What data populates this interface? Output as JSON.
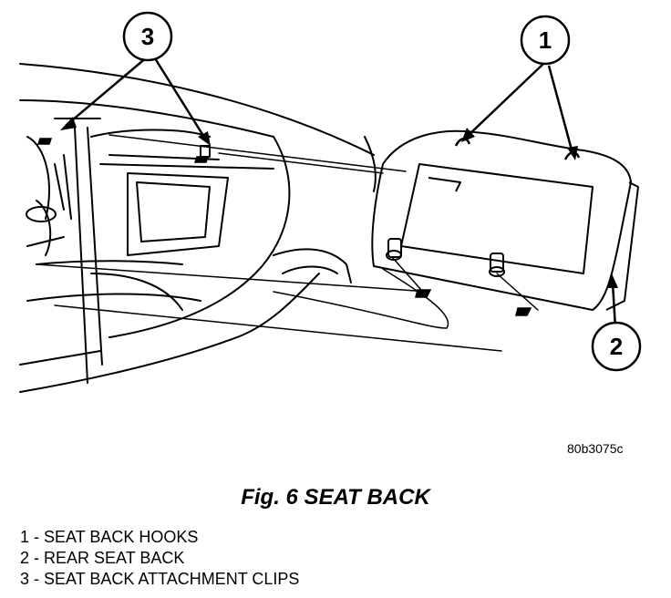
{
  "callouts": {
    "c1": "1",
    "c2": "2",
    "c3": "3"
  },
  "drawing_code": "80b3075c",
  "caption": "Fig. 6 SEAT BACK",
  "legend": [
    "1 - SEAT BACK HOOKS",
    "2 - REAR SEAT BACK",
    "3 - SEAT BACK ATTACHMENT CLIPS"
  ]
}
